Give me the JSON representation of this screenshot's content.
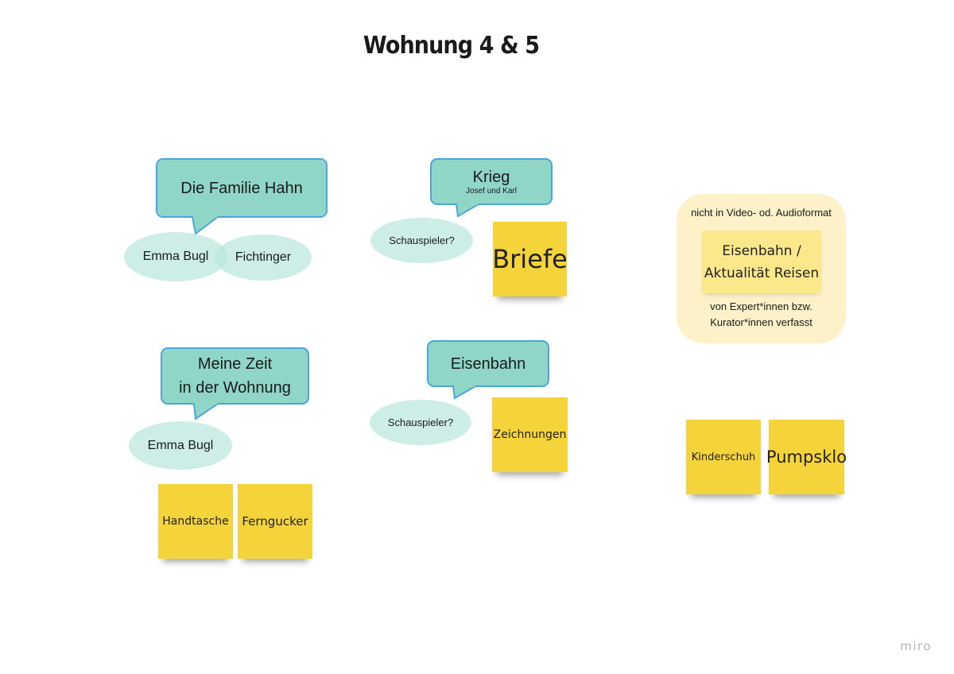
{
  "title": "Wohnung 4 & 5",
  "colors": {
    "bubble_fill": "#8fd6c7",
    "bubble_border": "#4aa6dc",
    "ellipse": "#b8e7dd",
    "sticky": "#f5d43b",
    "group_bg": "#fdf1c9"
  },
  "bubbles": {
    "familie": {
      "label": "Die Familie Hahn"
    },
    "krieg": {
      "label": "Krieg",
      "sub": "Josef und Karl"
    },
    "zeit": {
      "line1": "Meine Zeit",
      "line2": "in der Wohnung"
    },
    "eisenbahn": {
      "label": "Eisenbahn"
    }
  },
  "ellipses": {
    "emma1": "Emma Bugl",
    "fichtinger": "Fichtinger",
    "schauspieler1": "Schauspieler?",
    "emma2": "Emma Bugl",
    "schauspieler2": "Schauspieler?"
  },
  "stickies": {
    "briefe": "Briefe",
    "zeichnungen": "Zeichnungen",
    "handtasche": "Handtasche",
    "ferngucker": "Ferngucker",
    "kinderschuh": "Kinderschuh",
    "pumpsklo": "Pumpsklo"
  },
  "group": {
    "header": "nicht in Video- od. Audioformat",
    "sticky_line1": "Eisenbahn /",
    "sticky_line2": "Aktualität Reisen",
    "footer_line1": "von Expert*innen bzw.",
    "footer_line2": "Kurator*innen verfasst"
  },
  "watermark": "miro"
}
